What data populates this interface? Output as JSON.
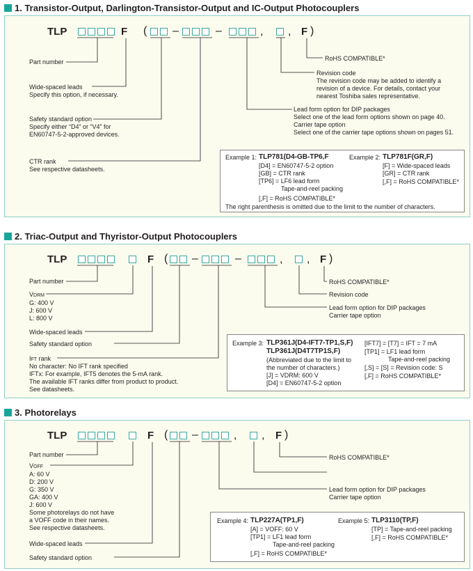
{
  "sections": [
    {
      "title": "1. Transistor-Output, Darlington-Transistor-Output and IC-Output Photocouplers",
      "code": {
        "prefix": "TLP",
        "suffix": "F",
        "open": "(",
        "dash": "–",
        "comma": ",",
        "close": ")",
        "f": "F"
      },
      "labels": {
        "part_number": "Part number",
        "wide_spaced": "Wide-spaced leads",
        "wide_spaced_desc": "Specify this option, if necessary.",
        "safety": "Safety standard option",
        "safety_desc1": "Specify either “D4” or “V4” for",
        "safety_desc2": "EN60747-5-2-approved devices.",
        "ctr": "CTR rank",
        "ctr_desc": "See respective datasheets.",
        "rohs": "RoHS COMPATIBLE*",
        "revision": "Revision code",
        "revision_desc1": "The revision code may be added to identify a",
        "revision_desc2": "revision of a device. For details, contact your",
        "revision_desc3": "nearest Toshiba sales representative.",
        "lead_form": "Lead form option for DIP packages",
        "lead_form_desc": "Select one of the lead form options shown on page 40.",
        "carrier": "Carrier tape option",
        "carrier_desc": "Select one of the carrier tape options shown on pages 51."
      },
      "examples": {
        "ex1_label": "Example 1:",
        "ex1_code": "TLP781(D4-GB-TP6,F",
        "ex1_lines": [
          "[D4] = EN60747-5-2 option",
          "[GB] = CTR rank",
          "[TP6] = LF6 lead form",
          "Tape-and-reel packing",
          "[,F] = RoHS COMPATIBLE*"
        ],
        "ex2_label": "Example 2:",
        "ex2_code": "TLP781F(GR,F)",
        "ex2_lines": [
          "[F] = Wide-spaced leads",
          "[GR] = CTR rank",
          "[,F] = RoHS COMPATIBLE*"
        ],
        "note": "The right parenthesis is omitted due to the limit to the number of characters."
      }
    },
    {
      "title": "2. Triac-Output and Thyristor-Output Photocouplers",
      "code": {
        "prefix": "TLP",
        "suffix": "F",
        "open": "(",
        "dash": "–",
        "comma": ",",
        "close": ")",
        "f": "F"
      },
      "labels": {
        "part_number": "Part number",
        "vdrm_main": "V",
        "vdrm_sub": "DRM",
        "vdrm_lines": [
          "G: 400 V",
          "J: 600 V",
          "L: 800 V"
        ],
        "wide_spaced": "Wide-spaced leads",
        "safety": "Safety standard option",
        "ift_main": "I",
        "ift_sub": "FT",
        "ift_rank": " rank",
        "ift_lines": [
          "No character: No IFT rank specified",
          "IFTx: For example, IFT5 denotes the 5-mA rank.",
          "The available IFT ranks differ from product to product.",
          "See datasheets."
        ],
        "rohs": "RoHS COMPATIBLE*",
        "revision": "Revision code",
        "lead_form": "Lead form option for DIP packages",
        "carrier": "Carrier tape option"
      },
      "examples": {
        "ex3_label": "Example 3:",
        "ex3_code1": "TLP361J(D4-IFT7-TP1,S,F)",
        "ex3_code2": "TLP361J(D4T7TP1S,F)",
        "ex3_lines": [
          "(Abbreviated due to the limit to",
          "the number of characters.)",
          "[J] = VDRM: 600 V",
          "[D4] = EN60747-5-2 option"
        ],
        "ex3_right": [
          "[IFT7] = [T7] = IFT = 7 mA",
          "[TP1] = LF1 lead form",
          "Tape-and-reel packing",
          "[,S] = [S] = Revision code: S",
          "[,F] = RoHS COMPATIBLE*"
        ]
      }
    },
    {
      "title": "3. Photorelays",
      "code": {
        "prefix": "TLP",
        "suffix": "F",
        "open": "(",
        "dash": "–",
        "comma": ",",
        "close": ")",
        "f": "F"
      },
      "labels": {
        "part_number": "Part number",
        "voff_main": "V",
        "voff_sub": "OFF",
        "voff_lines": [
          "A: 60 V",
          "D: 200 V",
          "G: 350 V",
          "GA: 400 V",
          "J: 600 V",
          "Some photorelays do not have",
          "a VOFF code in their names.",
          "See respective datasheets."
        ],
        "wide_spaced": "Wide-spaced leads",
        "safety": "Safety standard option",
        "rohs": "RoHS COMPATIBLE*",
        "lead_form": "Lead form option for DIP packages",
        "carrier": "Carrier tape option"
      },
      "examples": {
        "ex4_label": "Example 4:",
        "ex4_code": "TLP227A(TP1,F)",
        "ex4_lines": [
          "[A] = VOFF: 60 V",
          "[TP1] = LF1 lead form",
          "Tape-and-reel packing",
          "[,F] = RoHS COMPATIBLE*"
        ],
        "ex5_label": "Example 5:",
        "ex5_code": "TLP3110(TP,F)",
        "ex5_lines": [
          "[TP] = Tape-and-reel packing",
          "[,F] = RoHS COMPATIBLE*"
        ]
      }
    }
  ],
  "colors": {
    "accent": "#1aa59a",
    "panel_bg": "#fbfbee",
    "panel_border": "#8fcfc8"
  }
}
